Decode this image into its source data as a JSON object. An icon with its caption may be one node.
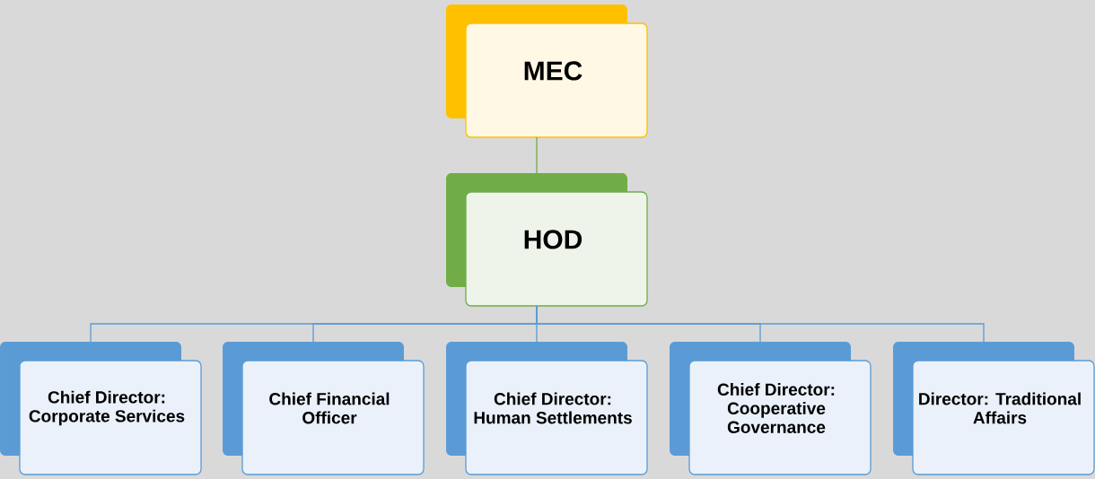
{
  "diagram": {
    "nodes": [
      {
        "text": [
          "MEC"
        ]
      },
      {
        "text": [
          "HOD"
        ]
      },
      {
        "text": [
          "Chief Director: Corporate Services"
        ]
      },
      {
        "text": [
          "Chief Financial Officer"
        ]
      },
      {
        "text": [
          "Chief Director: Human Settlements"
        ]
      },
      {
        "text": [
          "Chief Director: Cooperative Governance"
        ]
      },
      {
        "text": [
          "Director: Traditional Affairs"
        ]
      }
    ],
    "edges": [
      {
        "from": 0,
        "to": 1,
        "arrow": "none",
        "color": "#70ad47"
      },
      {
        "from": 1,
        "to": 2,
        "arrow": "none"
      },
      {
        "from": 1,
        "to": 3,
        "arrow": "none"
      },
      {
        "from": 1,
        "to": 4,
        "arrow": "none"
      },
      {
        "from": 1,
        "to": 5,
        "arrow": "none"
      },
      {
        "from": 1,
        "to": 6,
        "arrow": "none"
      }
    ]
  }
}
